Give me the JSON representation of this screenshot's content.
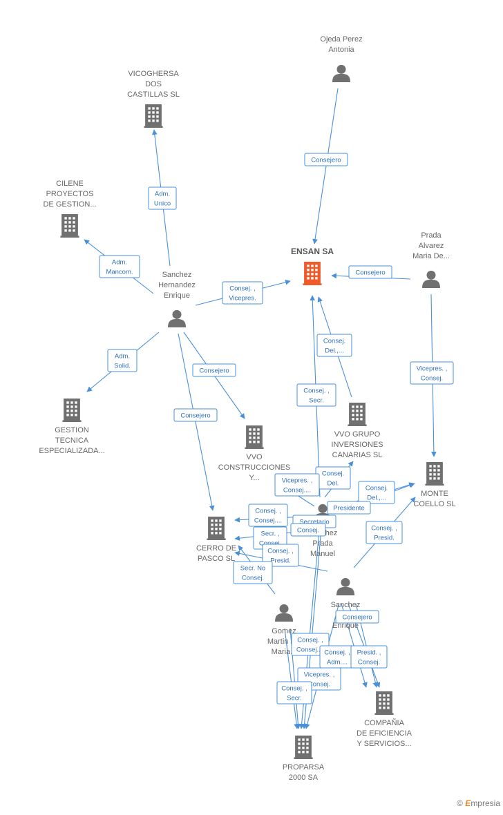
{
  "colors": {
    "edge": "#4a90d9",
    "company": "#707070",
    "main_company": "#ef5a2a",
    "person": "#707070"
  },
  "nodes": [
    {
      "id": "ensan",
      "type": "company",
      "main": true,
      "lines": [
        "ENSAN SA"
      ]
    },
    {
      "id": "ojeda",
      "type": "person",
      "lines": [
        "Ojeda Perez",
        "Antonia"
      ]
    },
    {
      "id": "prada_alvarez",
      "type": "person",
      "lines": [
        "Prada",
        "Alvarez",
        "Maria De..."
      ]
    },
    {
      "id": "vicoghersa",
      "type": "company",
      "lines": [
        "VICOGHERSA",
        "DOS",
        "CASTILLAS SL"
      ]
    },
    {
      "id": "cilene",
      "type": "company",
      "lines": [
        "CILENE",
        "PROYECTOS",
        "DE GESTION..."
      ]
    },
    {
      "id": "sanchez_hernandez",
      "type": "person",
      "lines": [
        "Sanchez",
        "Hernandez",
        "Enrique"
      ]
    },
    {
      "id": "gestion_tecnica",
      "type": "company",
      "lines": [
        "GESTION",
        "TECNICA",
        "ESPECIALIZADA..."
      ]
    },
    {
      "id": "vvo_construcciones",
      "type": "company",
      "lines": [
        "VVO",
        "CONSTRUCCIONES",
        "Y..."
      ]
    },
    {
      "id": "vvo_grupo",
      "type": "company",
      "lines": [
        "VVO GRUPO",
        "INVERSIONES",
        "CANARIAS SL"
      ]
    },
    {
      "id": "monte_coello",
      "type": "company",
      "lines": [
        "MONTE",
        "COELLO SL"
      ]
    },
    {
      "id": "cerro_pasco",
      "type": "company",
      "lines": [
        "CERRO DE",
        "PASCO SL"
      ]
    },
    {
      "id": "sanchez_prada",
      "type": "person",
      "lines": [
        "Sanchez",
        "Prada",
        "Manuel"
      ]
    },
    {
      "id": "sanchez_r",
      "type": "person",
      "lines": [
        "Sanchez",
        "R...",
        "Enrique"
      ]
    },
    {
      "id": "gomez",
      "type": "person",
      "lines": [
        "Gomez",
        "Martin J...",
        "Maria..."
      ]
    },
    {
      "id": "compania",
      "type": "company",
      "lines": [
        "COMPAÑIA",
        "DE EFICIENCIA",
        "Y SERVICIOS..."
      ]
    },
    {
      "id": "proparsa",
      "type": "company",
      "lines": [
        "PROPARSA",
        "2000 SA"
      ]
    }
  ],
  "edges": [
    {
      "lines": [
        "Consejero"
      ]
    },
    {
      "lines": [
        "Consejero"
      ]
    },
    {
      "lines": [
        "Adm.",
        "Unico"
      ]
    },
    {
      "lines": [
        "Adm.",
        "Mancom."
      ]
    },
    {
      "lines": [
        "Consej. ,",
        "Vicepres."
      ]
    },
    {
      "lines": [
        "Adm.",
        "Solid."
      ]
    },
    {
      "lines": [
        "Consejero"
      ]
    },
    {
      "lines": [
        "Consejero"
      ]
    },
    {
      "lines": [
        "Vicepres. ,",
        "Consej."
      ]
    },
    {
      "lines": [
        "Consej.",
        "Del.,..."
      ]
    },
    {
      "lines": [
        "Consej. ,",
        "Secr."
      ]
    },
    {
      "lines": [
        "Consej.",
        "Del."
      ]
    },
    {
      "lines": [
        "Vicepres. ,",
        "Consej...."
      ]
    },
    {
      "lines": [
        "Consej.",
        "Del.,..."
      ]
    },
    {
      "lines": [
        "Presidente"
      ]
    },
    {
      "lines": [
        "Consej. ,",
        "Consej...."
      ]
    },
    {
      "lines": [
        "Secretario"
      ]
    },
    {
      "lines": [
        "Consej."
      ]
    },
    {
      "lines": [
        "Secr. ,",
        "Consej."
      ]
    },
    {
      "lines": [
        "Consej. ,",
        "Presid."
      ]
    },
    {
      "lines": [
        "Consej. ,",
        "Presid."
      ]
    },
    {
      "lines": [
        "Secr.  No",
        "Consej."
      ]
    },
    {
      "lines": [
        "Consejero"
      ]
    },
    {
      "lines": [
        "Consej. ,",
        "Consej...."
      ]
    },
    {
      "lines": [
        "Consej. ,",
        "Adm...."
      ]
    },
    {
      "lines": [
        "Presid. ,",
        "Consej."
      ]
    },
    {
      "lines": [
        "Vicepres. ,",
        "Consej."
      ]
    },
    {
      "lines": [
        "Consej. ,",
        "Secr."
      ]
    }
  ],
  "watermark": {
    "copyright": "©",
    "brand_initial": "E",
    "brand_rest": "mpresia"
  }
}
